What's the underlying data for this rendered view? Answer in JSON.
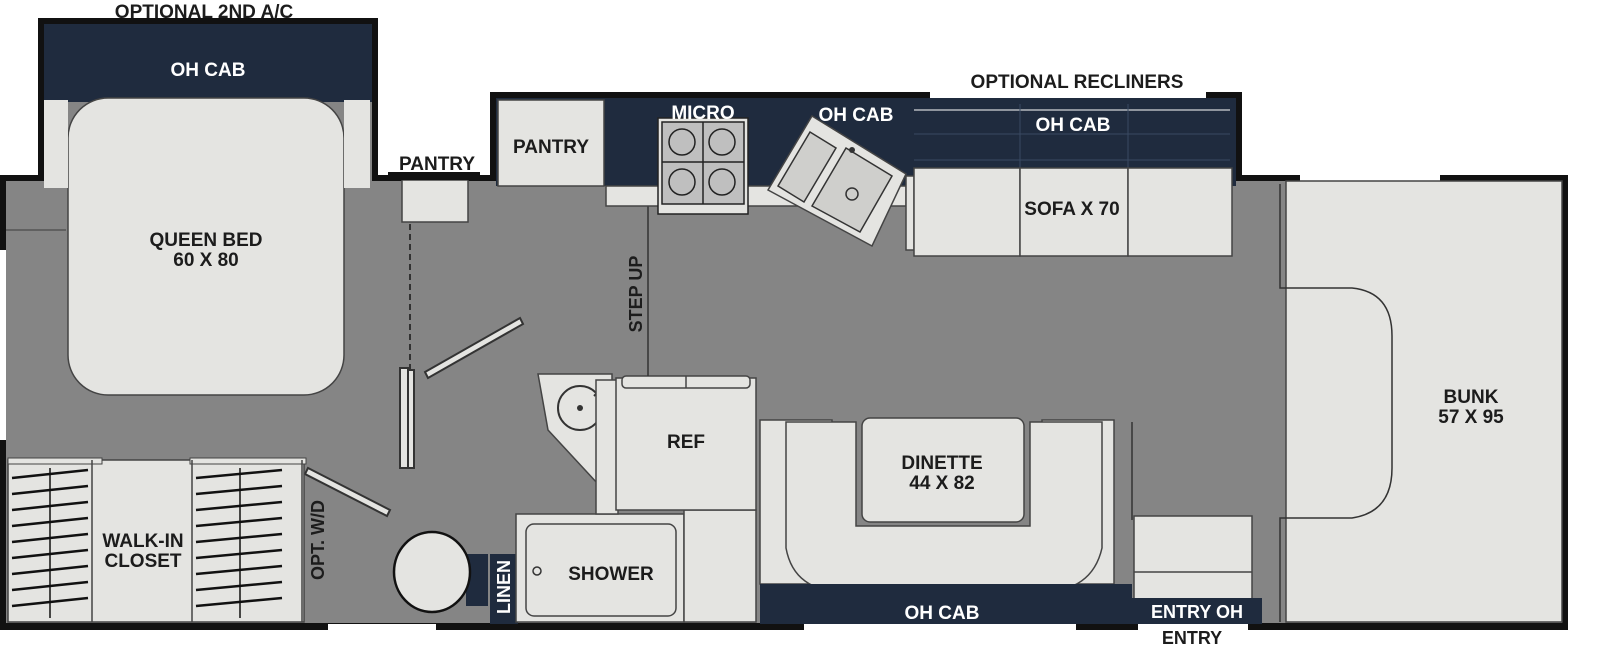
{
  "labels": {
    "optional_2nd_ac": "OPTIONAL 2ND A/C",
    "oh_cab_bedroom": "OH CAB",
    "queen_bed": "QUEEN BED",
    "queen_bed_size": "60 X 80",
    "pantry_hall": "PANTRY",
    "pantry_kitchen": "PANTRY",
    "micro": "MICRO",
    "oh_cab_kitchen": "OH CAB",
    "optional_recliners": "OPTIONAL RECLINERS",
    "oh_cab_sofa": "OH CAB",
    "sofa": "SOFA X 70",
    "step_up": "STEP UP",
    "ref": "REF",
    "dinette": "DINETTE",
    "dinette_size": "44 X 82",
    "bunk": "BUNK",
    "bunk_size": "57 X 95",
    "walk_in_closet_1": "WALK-IN",
    "walk_in_closet_2": "CLOSET",
    "opt_wd": "OPT. W/D",
    "linen": "LINEN",
    "shower": "SHOWER",
    "oh_cab_dinette": "OH CAB",
    "entry_oh": "ENTRY OH",
    "entry": "ENTRY"
  },
  "colors": {
    "floor": "#858585",
    "furniture": "#e4e4e1",
    "cabinet_navy": "#1f2b3e",
    "wall": "#111111",
    "line": "#333333"
  }
}
